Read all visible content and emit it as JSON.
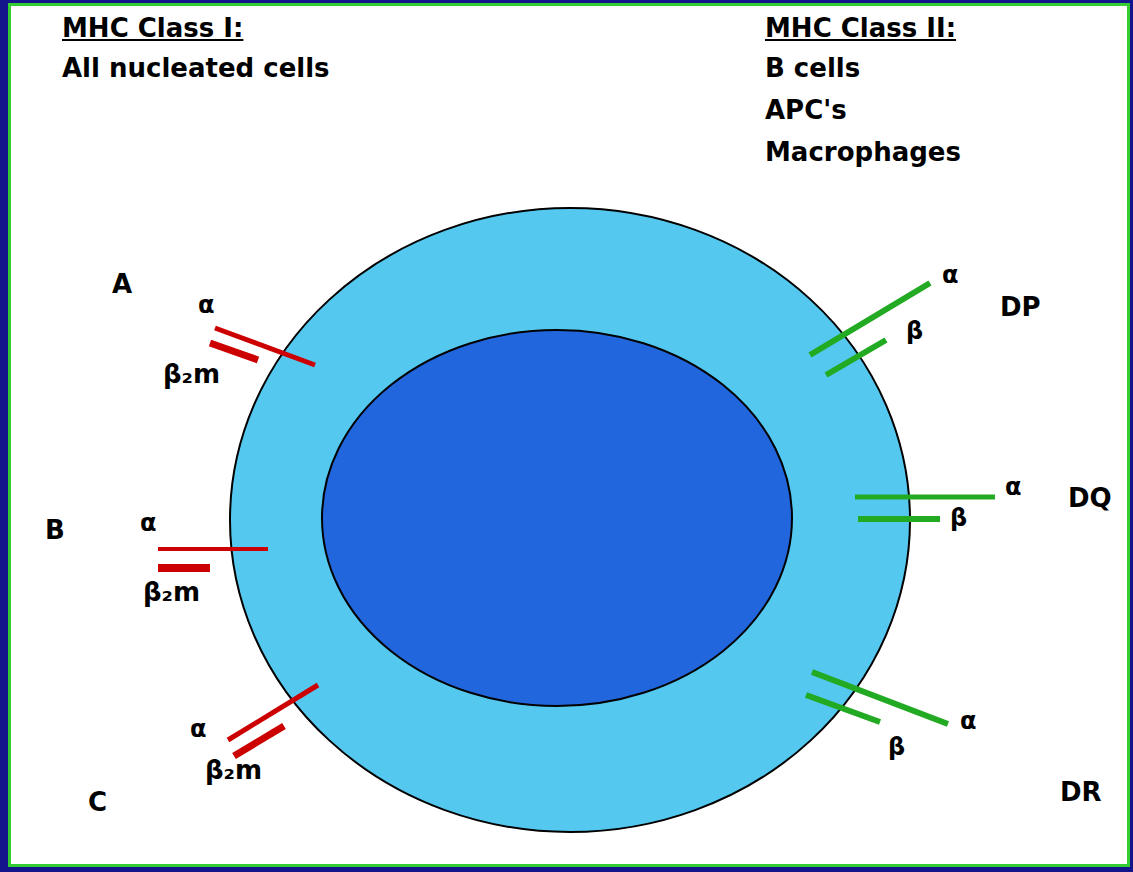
{
  "diagram": {
    "labels": [
      "MHC Class I:",
      "All nucleated cells",
      "MHC Class II:",
      "B cells",
      "APC's",
      "Macrophages",
      "A",
      "α",
      "β₂m",
      "B",
      "α",
      "β₂m",
      "C",
      "α",
      "β₂m",
      "DP",
      "α",
      "β",
      "DQ",
      "α",
      "β",
      "DR",
      "α",
      "β"
    ]
  }
}
